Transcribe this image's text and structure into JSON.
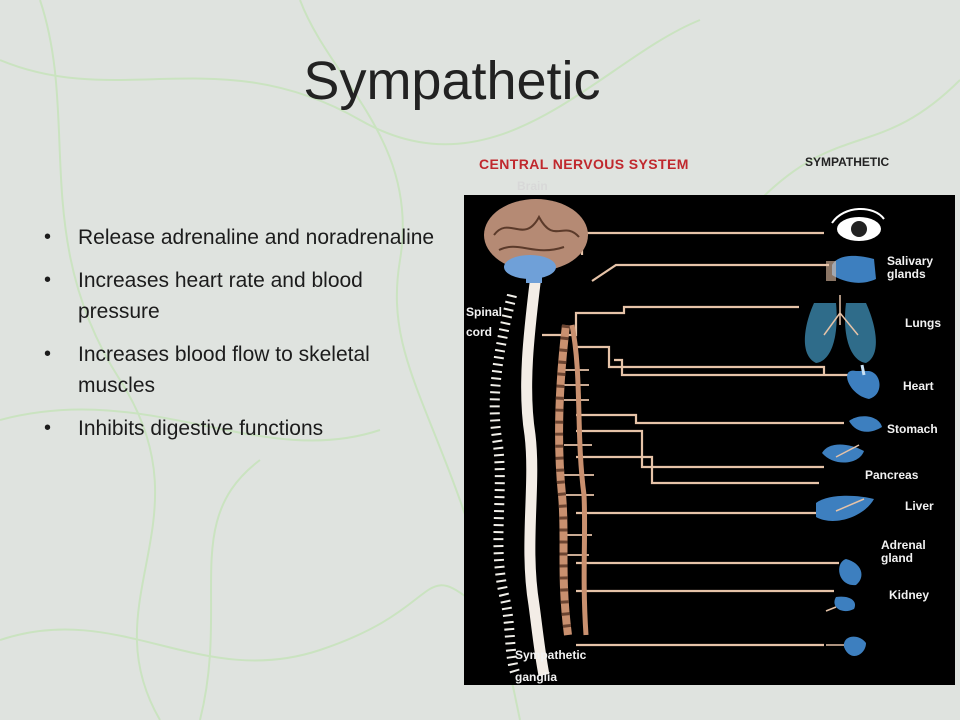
{
  "title": "Sympathetic",
  "bullets": [
    "Release adrenaline and noradrenaline",
    "Increases heart rate and blood pressure",
    "Increases blood flow to skeletal muscles",
    "Inhibits digestive functions"
  ],
  "diagram": {
    "header_cns": "CENTRAL NERVOUS SYSTEM",
    "header_sympathetic": "SYMPATHETIC",
    "labels": {
      "brain": "Brain",
      "spinal_cord": "Spinal\ncord",
      "ganglia": "Sympathetic\nganglia"
    },
    "organs": [
      {
        "id": "eye",
        "label": ""
      },
      {
        "id": "salivary",
        "label": "Salivary\nglands"
      },
      {
        "id": "lungs",
        "label": "Lungs"
      },
      {
        "id": "heart",
        "label": "Heart"
      },
      {
        "id": "stomach",
        "label": "Stomach"
      },
      {
        "id": "pancreas",
        "label": "Pancreas"
      },
      {
        "id": "liver",
        "label": "Liver"
      },
      {
        "id": "adrenal",
        "label": "Adrenal\ngland"
      },
      {
        "id": "kidney",
        "label": "Kidney"
      },
      {
        "id": "bladder",
        "label": ""
      }
    ],
    "colors": {
      "panel": "#000000",
      "nerve": "#e6c3a8",
      "organ": "#3d7fbf",
      "brain": "#b58a74",
      "brainstem": "#6fa0d8"
    }
  }
}
